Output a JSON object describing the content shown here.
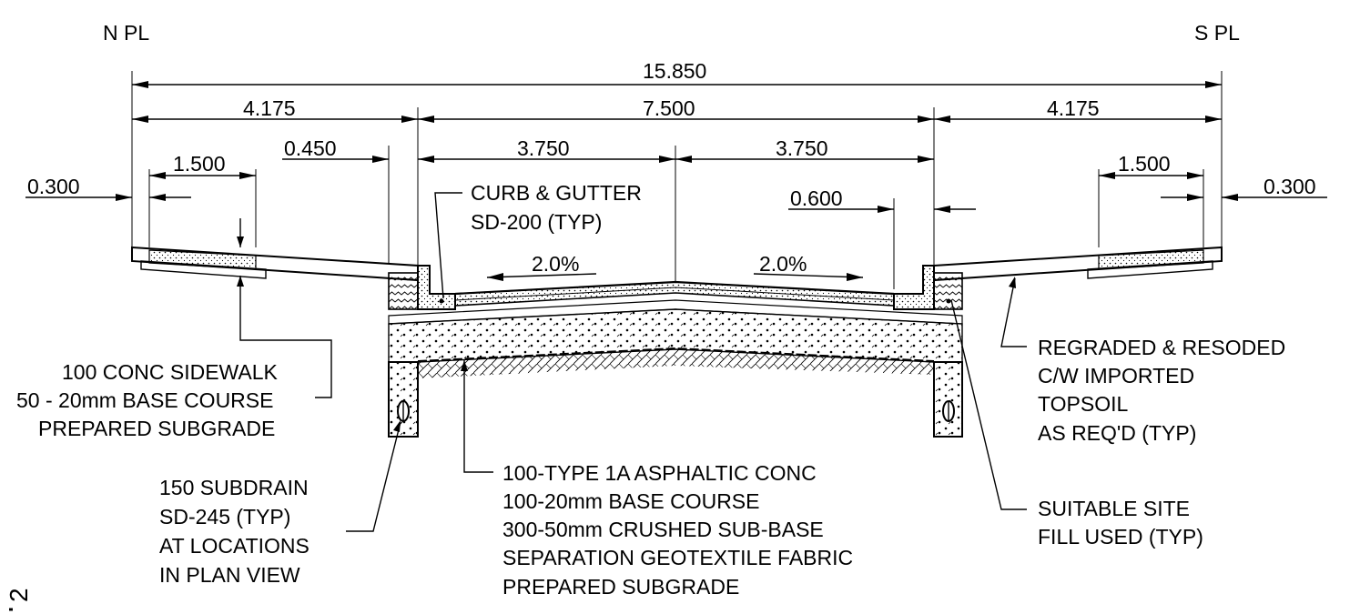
{
  "property_lines": {
    "north": "N PL",
    "south": "S PL"
  },
  "dimensions": {
    "overall": "15.850",
    "left_boulevard": "4.175",
    "roadway": "7.500",
    "right_boulevard": "4.175",
    "left_lane": "3.750",
    "right_lane": "3.750",
    "left_sidewalk": "1.500",
    "right_sidewalk": "1.500",
    "left_offset": "0.300",
    "right_offset": "0.300",
    "left_curb": "0.450",
    "right_curb": "0.600"
  },
  "slopes": {
    "left": "2.0%",
    "right": "2.0%"
  },
  "callouts": {
    "curb": [
      "CURB & GUTTER",
      "SD-200 (TYP)"
    ],
    "sidewalk": [
      "100 CONC SIDEWALK",
      "50 - 20mm BASE COURSE",
      "PREPARED SUBGRADE"
    ],
    "subdrain": [
      "150 SUBDRAIN",
      "SD-245 (TYP)",
      "AT LOCATIONS",
      "IN PLAN VIEW"
    ],
    "pavement": [
      "100-TYPE 1A ASPHALTIC CONC",
      "100-20mm BASE COURSE",
      "300-50mm CRUSHED SUB-BASE",
      "SEPARATION GEOTEXTILE FABRIC",
      "PREPARED SUBGRADE"
    ],
    "topsoil": [
      "REGRADED & RESODED",
      "C/W IMPORTED",
      "TOPSOIL",
      "AS REQ'D (TYP)"
    ],
    "fill": [
      "SUITABLE SITE",
      "FILL USED (TYP)"
    ]
  },
  "sheet_mark": "2"
}
